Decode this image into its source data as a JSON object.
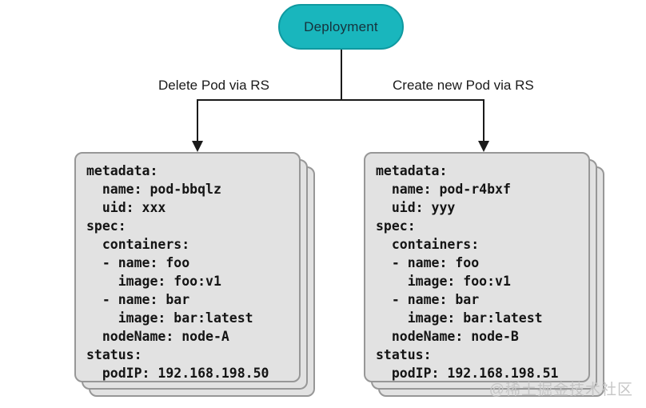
{
  "diagram": {
    "root_node": {
      "label": "Deployment"
    },
    "edges": {
      "left_label": "Delete Pod via RS",
      "right_label": "Create new Pod via RS"
    },
    "pods": [
      {
        "id": "pod-deleted",
        "yaml": [
          "metadata:",
          "  name: pod-bbqlz",
          "  uid: xxx",
          "spec:",
          "  containers:",
          "  - name: foo",
          "    image: foo:v1",
          "  - name: bar",
          "    image: bar:latest",
          "  nodeName: node-A",
          "status:",
          "  podIP: 192.168.198.50"
        ]
      },
      {
        "id": "pod-created",
        "yaml": [
          "metadata:",
          "  name: pod-r4bxf",
          "  uid: yyy",
          "spec:",
          "  containers:",
          "  - name: foo",
          "    image: foo:v1",
          "  - name: bar",
          "    image: bar:latest",
          "  nodeName: node-B",
          "status:",
          "  podIP: 192.168.198.51"
        ]
      }
    ],
    "watermark": "@稀土掘金技术社区",
    "colors": {
      "node_fill": "#19b6bd",
      "node_border": "#0f99a0",
      "node_text": "#16323c",
      "card_fill": "#e2e2e2",
      "card_border": "#979797",
      "line": "#1a1a1a",
      "watermark": "#c6c6c6"
    }
  }
}
